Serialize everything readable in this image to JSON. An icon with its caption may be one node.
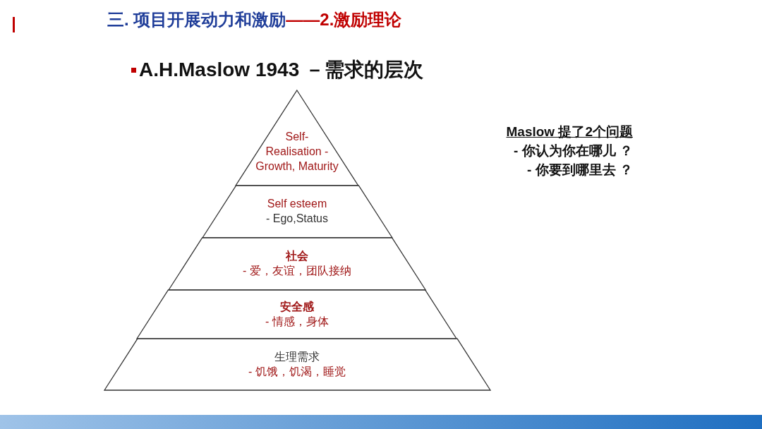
{
  "diagram": {
    "title": "三. 项目开展动力和激励",
    "nodes": [
      {
        "text": [
          "Self- Realisation -",
          "Growth, Maturity"
        ]
      },
      {
        "text": [
          "Self esteem",
          "- Ego,Status"
        ]
      },
      {
        "text": [
          "社会",
          "- 爱，友谊，团队接纳"
        ]
      },
      {
        "text": [
          "安全感",
          "- 情感，身体"
        ]
      },
      {
        "text": [
          "生理需求",
          "- 饥饿，饥渴，睡觉"
        ]
      }
    ],
    "edges": [],
    "labels": [
      "——2.激励理论",
      "A.H.Maslow 1943 －需求的层次",
      "Maslow 提了2个问题",
      "- 你认为你在哪儿 ？",
      "- 你要到哪里去 ？"
    ]
  }
}
